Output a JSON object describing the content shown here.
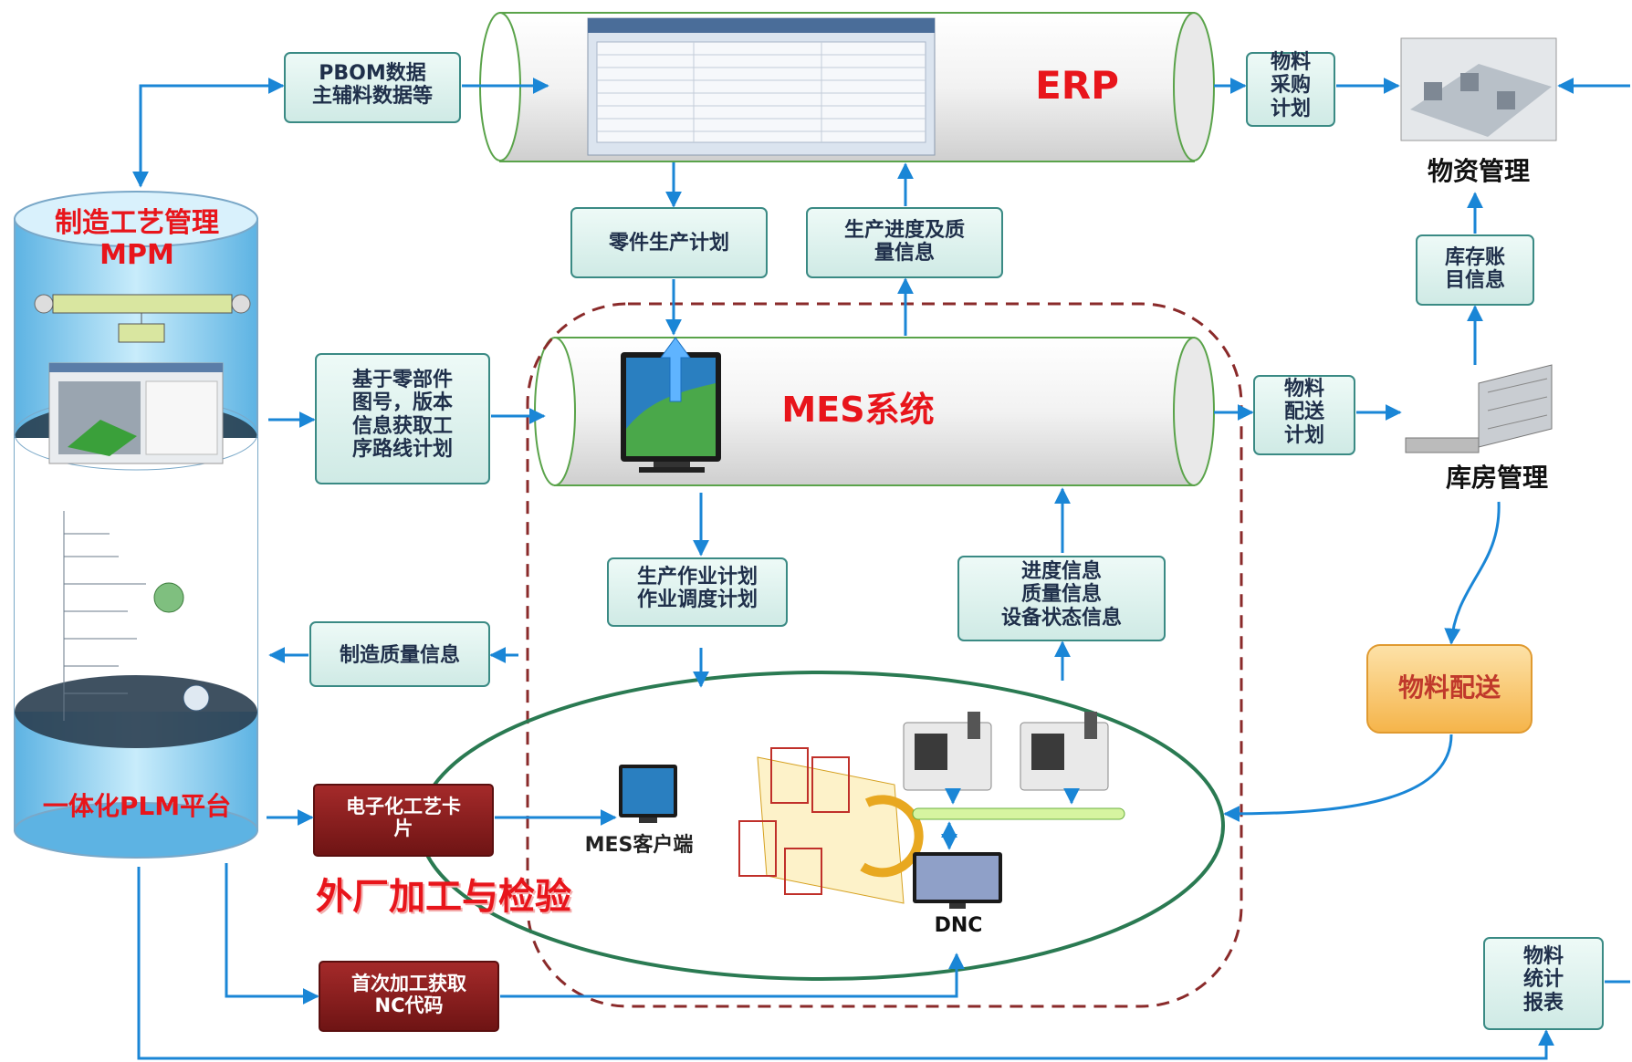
{
  "systems": {
    "erp": "ERP",
    "mes": "MES系统",
    "plm_title": "制造工艺管理\nMPM",
    "plm_platform": "一体化PLM平台"
  },
  "scrolls": {
    "pbom": "PBOM数据\n主辅料数据等",
    "part_plan": "零件生产计划",
    "progress_quality": "生产进度及质\n量信息",
    "purchase_plan": "物料\n采购\n计划",
    "inventory_info": "库存账\n目信息",
    "route_plan": "基于零部件\n图号，版本\n信息获取工\n序路线计划",
    "mfg_quality": "制造质量信息",
    "work_plan": "生产作业计划\n作业调度计划",
    "status_info": "进度信息\n质量信息\n设备状态信息",
    "delivery_plan": "物料\n配送\n计划",
    "stat_report": "物料\n统计\n报表"
  },
  "cards": {
    "e_process_card": "电子化工艺卡\n片",
    "nc_code": "首次加工获取\nNC代码"
  },
  "labels": {
    "material_mgmt": "物资管理",
    "warehouse_mgmt": "库房管理",
    "material_delivery": "物料配送",
    "mes_client": "MES客户端",
    "dnc": "DNC",
    "outsource": "外厂加工与检验"
  },
  "colors": {
    "arrow": "#1a86d6",
    "scroll_fill": "#dff3ef",
    "scroll_border": "#3a8a84",
    "cylinder_border": "#5aa34a",
    "plm_blue": "#7ec8ee",
    "red_text": "#e8151b",
    "card_fill": "#8a1c1c",
    "delivery_box": "#f9c46a",
    "dashed": "#8a2a2a",
    "ellipse": "#2a7a52"
  }
}
